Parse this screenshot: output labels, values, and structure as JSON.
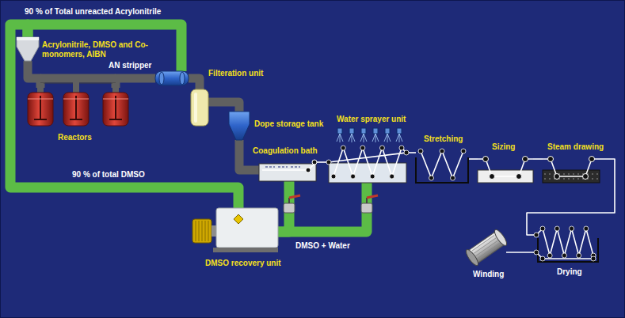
{
  "diagram": {
    "nodes": [
      {
        "text": [
          "Acrylonitrile, DMSO and Co-monomers, AIBN"
        ]
      },
      {
        "text": [
          "Reactors"
        ]
      },
      {
        "text": [
          "AN stripper"
        ]
      },
      {
        "text": [
          "Filteration unit"
        ]
      },
      {
        "text": [
          "Dope storage tank"
        ]
      },
      {
        "text": [
          "Coagulation bath"
        ]
      },
      {
        "text": [
          "Water sprayer unit"
        ]
      },
      {
        "text": [
          "Stretching"
        ]
      },
      {
        "text": [
          "Sizing"
        ]
      },
      {
        "text": [
          "Steam drawing"
        ]
      },
      {
        "text": [
          "DMSO recovery unit"
        ]
      },
      {
        "text": [
          "Drying"
        ]
      },
      {
        "text": [
          "Winding"
        ]
      }
    ],
    "edges": [
      {
        "from": 0,
        "to": 1,
        "arrow": "none"
      },
      {
        "from": 1,
        "to": 2,
        "arrow": "none"
      },
      {
        "from": 2,
        "to": 0,
        "label": "90 % of Total unreacted Acrylonitrile",
        "arrow": "none"
      },
      {
        "from": 2,
        "to": 3,
        "arrow": "none"
      },
      {
        "from": 3,
        "to": 4,
        "arrow": "none"
      },
      {
        "from": 4,
        "to": 5,
        "arrow": "none"
      },
      {
        "from": 5,
        "to": 6,
        "arrow": "none"
      },
      {
        "from": 6,
        "to": 7,
        "arrow": "none"
      },
      {
        "from": 7,
        "to": 8,
        "arrow": "none"
      },
      {
        "from": 8,
        "to": 9,
        "arrow": "none"
      },
      {
        "from": 9,
        "to": 11,
        "arrow": "none"
      },
      {
        "from": 11,
        "to": 12,
        "arrow": "none"
      },
      {
        "from": 5,
        "to": 10,
        "label": "DMSO + Water",
        "arrow": "none"
      },
      {
        "from": 6,
        "to": 10,
        "arrow": "none"
      },
      {
        "from": 10,
        "to": 0,
        "label": "90 % of total DMSO",
        "arrow": "none"
      }
    ]
  }
}
